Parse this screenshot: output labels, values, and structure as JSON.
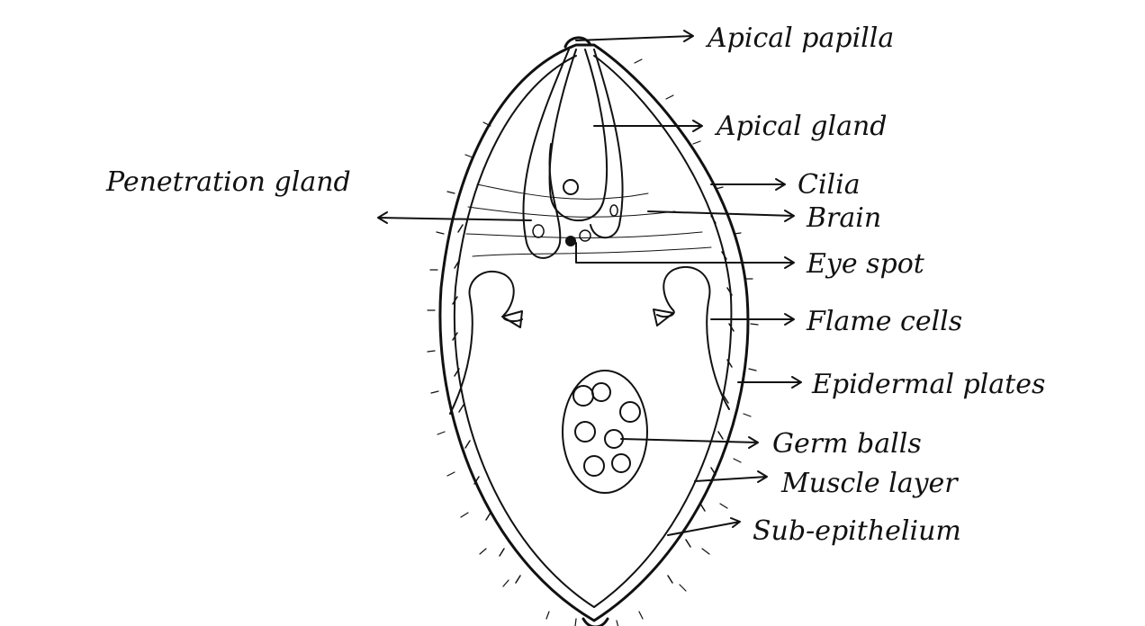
{
  "labels": {
    "apical_papilla": "Apical papilla",
    "apical_gland": "Apical gland",
    "penetration_gland": "Penetration gland",
    "cilia": "Cilia",
    "brain": "Brain",
    "eye_spot": "Eye spot",
    "flame_cells": "Flame cells",
    "epidermal_plates": "Epidermal plates",
    "germ_balls": "Germ balls",
    "muscle_layer": "Muscle layer",
    "sub_epithelium": "Sub-epithelium"
  },
  "colors": {
    "ink": "#111111",
    "paper": "#ffffff"
  }
}
